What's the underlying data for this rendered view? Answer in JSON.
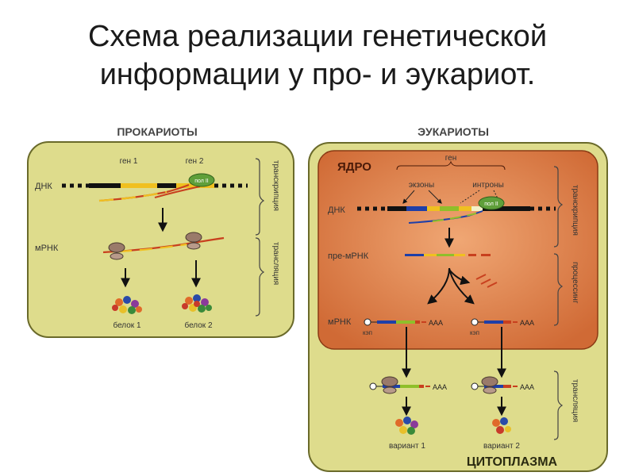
{
  "title": {
    "line1": "Схема реализации генетической",
    "line2": "информации у про- и эукариот."
  },
  "prokaryotes": {
    "heading": "ПРОКАРИОТЫ",
    "dna": "ДНК",
    "mrna": "мРНК",
    "gene1": "ген 1",
    "gene2": "ген 2",
    "pol": "пол II",
    "protein1": "белок 1",
    "protein2": "белок 2",
    "transcription": "транскрипция",
    "translation": "трансляция"
  },
  "eukaryotes": {
    "heading": "ЭУКАРИОТЫ",
    "nucleus": "ЯДРО",
    "gene": "ген",
    "exons": "экзоны",
    "introns": "интроны",
    "dna": "ДНК",
    "pol": "пол II",
    "pre_mrna": "пре-мРНК",
    "mrna": "мРНК",
    "cap": "кэп",
    "polya": "AAA",
    "transcription": "транскрипция",
    "processing": "процессинг",
    "translation": "трансляция",
    "variant1": "вариант 1",
    "variant2": "вариант 2",
    "cytoplasm": "ЦИТОПЛАЗМА"
  },
  "colors": {
    "cell": "#dedc8c",
    "cell_border": "#6a6a2a",
    "nucleus": "#d8743f",
    "exon_blue": "#1f3fa8",
    "exon_green": "#8fbf2a",
    "gene_yellow": "#f0c020",
    "rna_red": "#c8401e",
    "pol_green": "#5f9f3a"
  }
}
